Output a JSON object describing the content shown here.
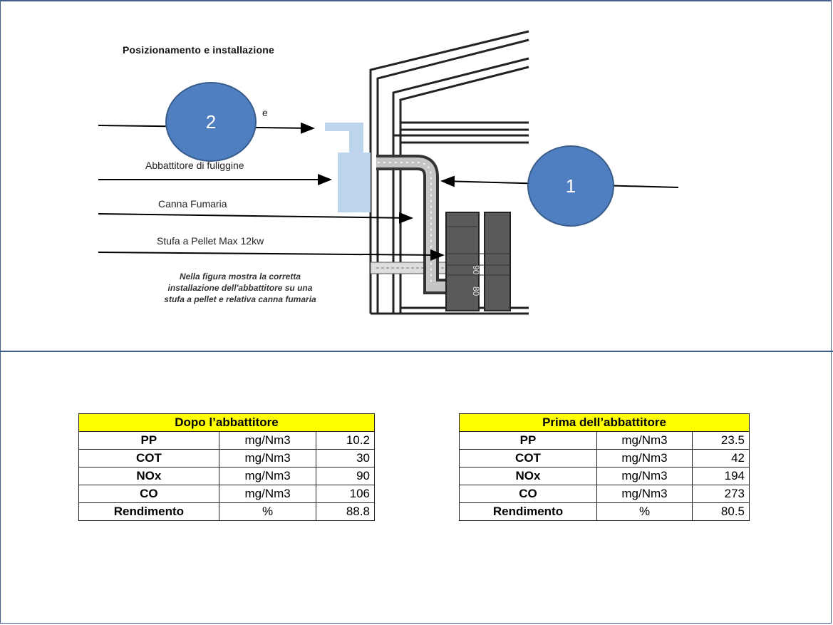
{
  "diagram": {
    "title": "Posizionamento e installazione",
    "labels": {
      "hidden": "e",
      "abbattitore": "Abbattitore di fuliggine",
      "canna": "Canna Fumaria",
      "stufa": "Stufa a Pellet Max 12kw"
    },
    "caption_lines": [
      "Nella figura mostra la corretta",
      "installazione dell'abbattitore su una",
      "stufa a pellet e relativa canna fumaria"
    ],
    "stove_text": [
      "90",
      "80"
    ],
    "callouts": [
      "2",
      "1"
    ],
    "colors": {
      "callout": "#4f7fc0",
      "unit": "#bcd5ec",
      "stove": "#5a5a5a",
      "divider": "#44608a"
    }
  },
  "tables": [
    {
      "header": "Dopo l’abbattitore",
      "rows": [
        {
          "param": "PP",
          "unit": "mg/Nm3",
          "value": "10.2"
        },
        {
          "param": "COT",
          "unit": "mg/Nm3",
          "value": "30"
        },
        {
          "param": "NOx",
          "unit": "mg/Nm3",
          "value": "90"
        },
        {
          "param": "CO",
          "unit": "mg/Nm3",
          "value": "106"
        },
        {
          "param": "Rendimento",
          "unit": "%",
          "value": "88.8"
        }
      ]
    },
    {
      "header": "Prima dell’abbattitore",
      "rows": [
        {
          "param": "PP",
          "unit": "mg/Nm3",
          "value": "23.5"
        },
        {
          "param": "COT",
          "unit": "mg/Nm3",
          "value": "42"
        },
        {
          "param": "NOx",
          "unit": "mg/Nm3",
          "value": "194"
        },
        {
          "param": "CO",
          "unit": "mg/Nm3",
          "value": "273"
        },
        {
          "param": "Rendimento",
          "unit": "%",
          "value": "80.5"
        }
      ]
    }
  ]
}
